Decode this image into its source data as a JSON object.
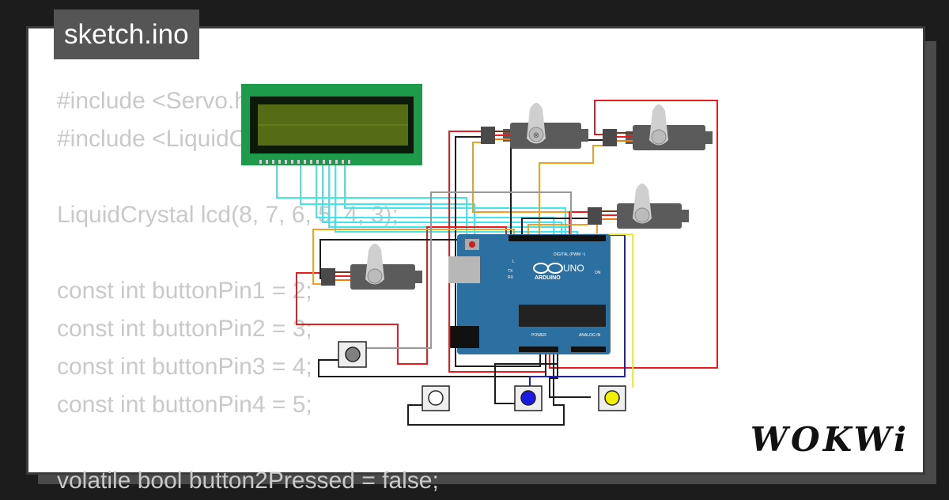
{
  "tab": {
    "title": "sketch.ino"
  },
  "code_lines": [
    "#include <Servo.h>",
    "#include <LiquidCrystal.h>",
    "",
    "LiquidCrystal lcd(8, 7, 6, 5, 4, 3);",
    "",
    "const int buttonPin1 = 2;",
    "const int buttonPin2 = 3;",
    "const int buttonPin3 = 4;",
    "const int buttonPin4 = 5;",
    "",
    "volatile bool button2Pressed = false;"
  ],
  "board": {
    "brand": "ARDUINO",
    "model": "UNO",
    "digital_label": "DIGITAL (PWM ~)",
    "analog_label": "ANALOG IN",
    "power_label": "POWER",
    "on_label": "ON",
    "tx_label": "TX",
    "rx_label": "RX",
    "l_label": "L"
  },
  "button_colors": {
    "gray": "#808080",
    "white": "#ffffff",
    "blue": "#1a1ae6",
    "yellow": "#f2f200"
  },
  "brand": {
    "logo": "WOKWi"
  }
}
